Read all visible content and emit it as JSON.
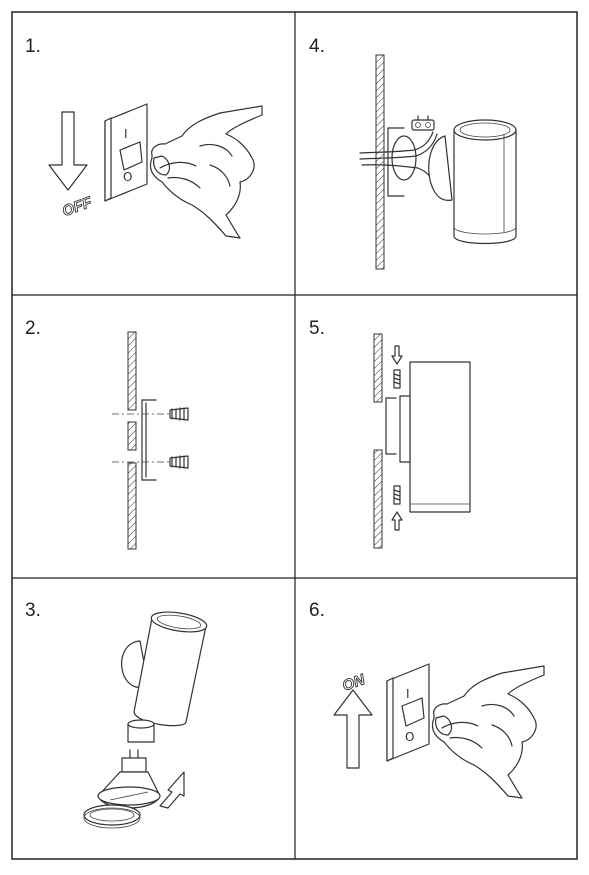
{
  "steps": [
    {
      "number": "1.",
      "label": "OFF",
      "switch_top": "I",
      "switch_bottom": "O"
    },
    {
      "number": "2."
    },
    {
      "number": "3."
    },
    {
      "number": "4."
    },
    {
      "number": "5."
    },
    {
      "number": "6.",
      "label": "ON",
      "switch_top": "I",
      "switch_bottom": "O"
    }
  ]
}
